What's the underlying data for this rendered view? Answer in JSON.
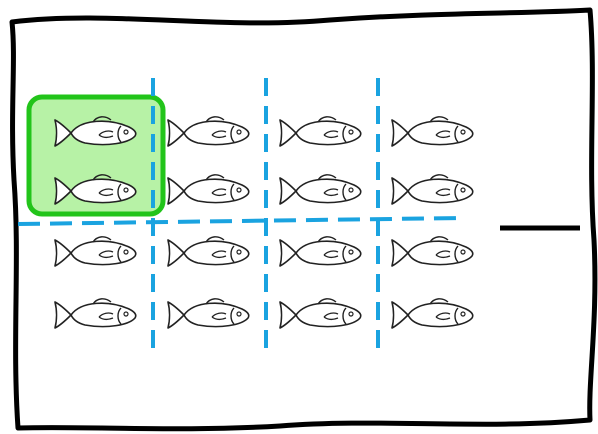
{
  "diagram": {
    "rows": 4,
    "cols": 4,
    "total_fish": 16,
    "highlighted_group": {
      "rows": [
        1,
        2
      ],
      "cols": [
        1
      ],
      "fish_count": 2
    },
    "colors": {
      "frame": "#000000",
      "fish_outline": "#222222",
      "divider": "#1aa3e0",
      "highlight_fill": "#b7f2a6",
      "highlight_stroke": "#22c41a",
      "answer_line": "#000000"
    },
    "icons": {
      "fish": "fish-icon"
    }
  }
}
